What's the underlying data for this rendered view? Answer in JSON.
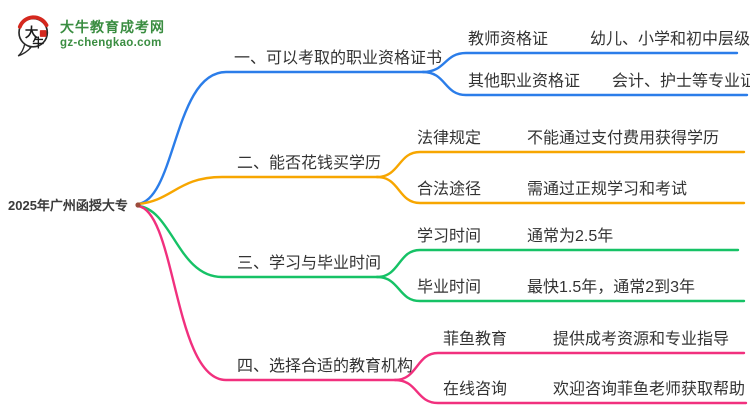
{
  "logo": {
    "title": "大牛教育成考网",
    "subtitle": "gz-chengkao.com",
    "icon_char_top": "大",
    "icon_char_bottom": "牛",
    "brand_green": "#3a8d41",
    "accent_red": "#d5281e",
    "ink": "#2a2a2a"
  },
  "root": {
    "label": "2025年广州函授大专",
    "dot_color": "#9c4b3b"
  },
  "branches": [
    {
      "label": "一、可以考取的职业资格证书",
      "color": "#2b7de9",
      "children": [
        {
          "label": "教师资格证",
          "value": "幼儿、小学和初中层级"
        },
        {
          "label": "其他职业资格证",
          "value": "会计、护士等专业证书"
        }
      ]
    },
    {
      "label": "二、能否花钱买学历",
      "color": "#f7a600",
      "children": [
        {
          "label": "法律规定",
          "value": "不能通过支付费用获得学历"
        },
        {
          "label": "合法途径",
          "value": "需通过正规学习和考试"
        }
      ]
    },
    {
      "label": "三、学习与毕业时间",
      "color": "#16c266",
      "children": [
        {
          "label": "学习时间",
          "value": "通常为2.5年"
        },
        {
          "label": "毕业时间",
          "value": "最快1.5年，通常2到3年"
        }
      ]
    },
    {
      "label": "四、选择合适的教育机构",
      "color": "#f1307e",
      "children": [
        {
          "label": "菲鱼教育",
          "value": "提供成考资源和专业指导"
        },
        {
          "label": "在线咨询",
          "value": "欢迎咨询菲鱼老师获取帮助"
        }
      ]
    }
  ]
}
